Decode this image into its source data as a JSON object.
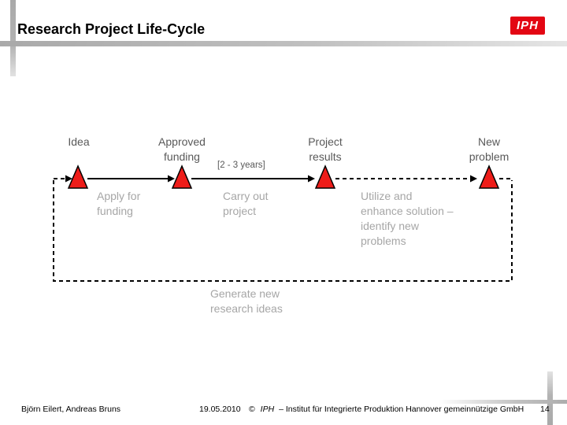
{
  "slide": {
    "title": "Research Project Life-Cycle",
    "logo": "IPH"
  },
  "colors": {
    "logo_red": "#e30613",
    "triangle_red": "#ee1c19",
    "milestone_text_gray": "#595959",
    "phase_text_gray": "#a6a6a6"
  },
  "timeline": {
    "milestones": [
      {
        "label": "Idea"
      },
      {
        "label": "Approved\nfunding"
      },
      {
        "label": "Project\nresults"
      },
      {
        "label": "New\nproblem"
      }
    ],
    "duration_note": "[2 - 3 years]",
    "phases": [
      {
        "label": "Apply for\nfunding"
      },
      {
        "label": "Carry out\nproject"
      },
      {
        "label": "Utilize and\nenhance solution –\nidentify new\nproblems"
      }
    ],
    "loop_note": "Generate new\nresearch ideas"
  },
  "footer": {
    "authors": "Björn Eilert, Andreas Bruns",
    "date": "19.05.2010",
    "copyright_prefix": "©",
    "copyright_org": "IPH",
    "copyright_rest": "– Institut für Integrierte Produktion Hannover gemeinnützige GmbH",
    "page_number": "14"
  }
}
